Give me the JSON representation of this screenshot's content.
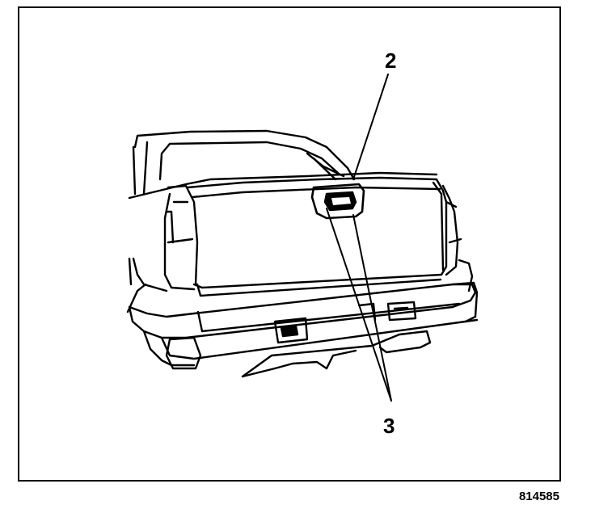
{
  "callouts": {
    "upper": "2",
    "lower": "3"
  },
  "figure_number": "814585"
}
